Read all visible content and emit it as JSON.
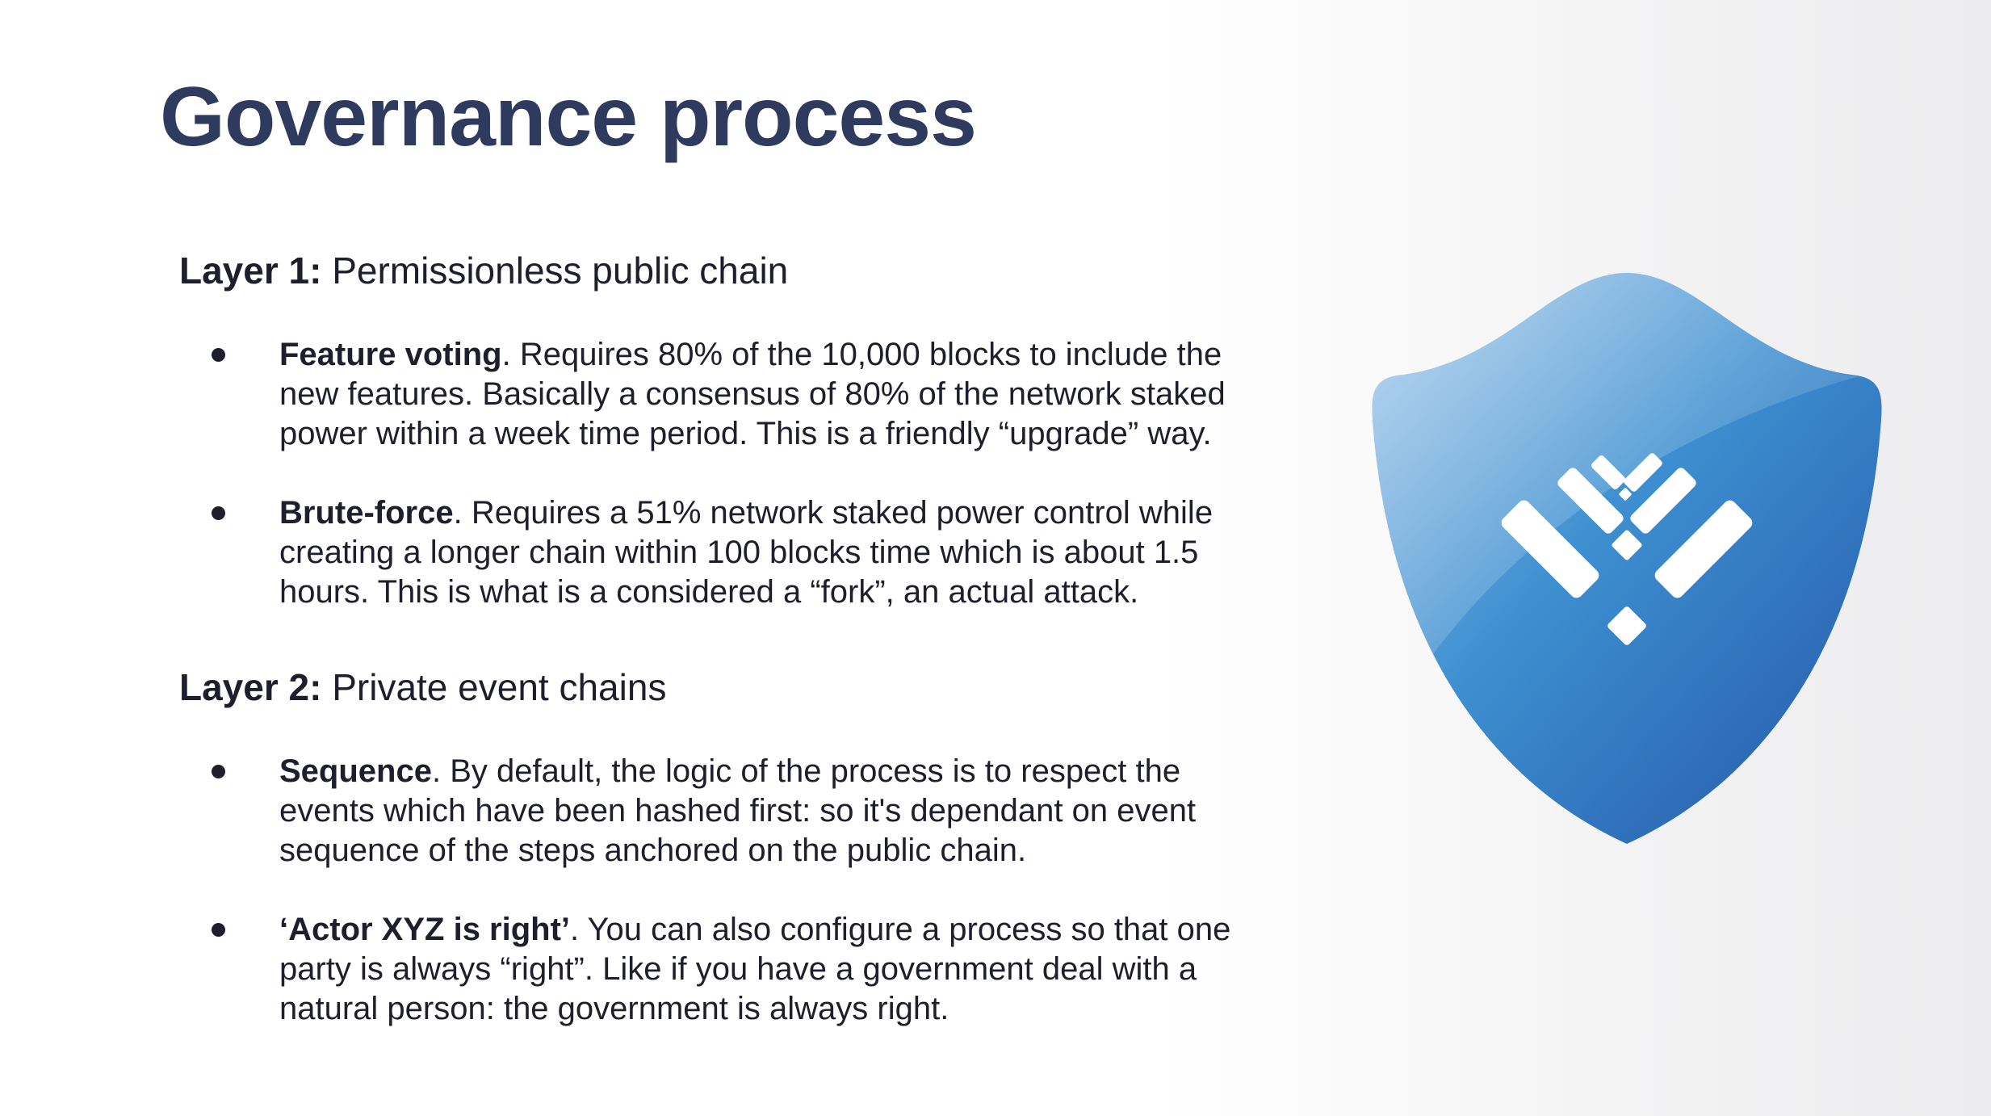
{
  "slide": {
    "title": "Governance process",
    "layer1": {
      "label": "Layer 1:",
      "text": " Permissionless public chain",
      "bullets": [
        {
          "bold": "Feature voting",
          "text": ". Requires 80% of the 10,000 blocks to include the new features. Basically a consensus of 80% of the network staked power within a week time period. This is a friendly “upgrade” way."
        },
        {
          "bold": "Brute-force",
          "text": ". Requires a 51% network staked power control while creating a longer chain within 100 blocks time which is about 1.5 hours.  This is what is a considered a “fork”, an actual attack."
        }
      ]
    },
    "layer2": {
      "label": "Layer 2:",
      "text": " Private event chains",
      "bullets": [
        {
          "bold": "Sequence",
          "text": ". By default, the logic of the process is to respect the events which have been hashed first: so it's dependant on event sequence of the steps anchored on the public chain."
        },
        {
          "bold": "‘Actor XYZ is right’",
          "text": ". You can also configure a process so that one party is always “right”. Like if you have a government deal with a natural person: the government is always right."
        }
      ]
    },
    "logo": {
      "icon": "shield-logo-icon",
      "colors": {
        "shield_light": "#9cc4e8",
        "shield_mid": "#3d8fd0",
        "shield_dark": "#2455a8",
        "mark": "#ffffff"
      }
    },
    "colors": {
      "title": "#2e3a5e",
      "text": "#1e1e2c"
    }
  }
}
